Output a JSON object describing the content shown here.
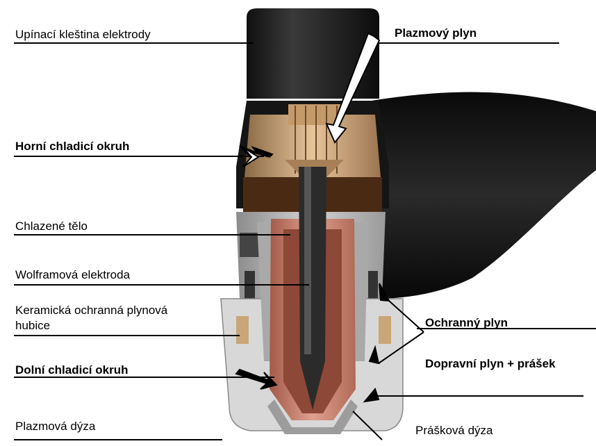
{
  "labels": {
    "upinaci_klestina": "Upínací kleština elektrody",
    "plazmovy_plyn": "Plazmový plyn",
    "horni_chladici": "Horní chladicí okruh",
    "chlazene_telo": "Chlazené tělo",
    "wolframova_elektroda": "Wolframová elektroda",
    "keramicka_line1": "Keramická ochranná plynová",
    "keramicka_line2": "hubice",
    "ochranny_plyn": "Ochranný plyn",
    "dopravni_plyn": "Dopravní plyn + prášek",
    "dolni_chladici": "Dolní chladicí okruh",
    "plazmova_dyza": "Plazmová dýza",
    "praskova_dyza": "Prášková dýza"
  },
  "colors": {
    "background": "#ffffff",
    "cap": "#1c1c1c",
    "hose": "#111111",
    "body_grey": "#b9b9b9",
    "nozzle_light": "#dcdcdc",
    "brass": "#d4a878",
    "brown": "#4b2a14",
    "copper": "#c97e6c",
    "electrode": "#2b2b2b"
  }
}
